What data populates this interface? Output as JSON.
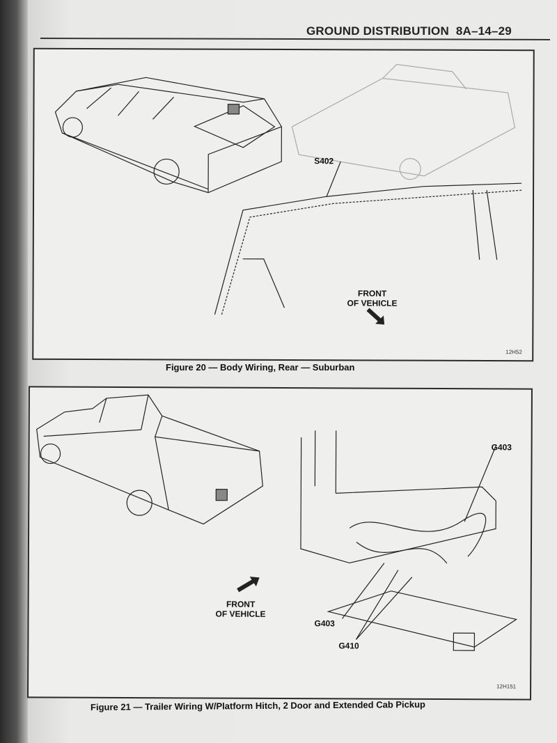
{
  "header": {
    "section_title": "GROUND DISTRIBUTION",
    "page_number": "8A–14–29"
  },
  "figures": [
    {
      "caption": "Figure 20 — Body Wiring, Rear — Suburban",
      "code": "12H52",
      "labels": {
        "splice": "S402",
        "front_line1": "FRONT",
        "front_line2": "OF VEHICLE"
      }
    },
    {
      "caption": "Figure 21 — Trailer Wiring W/Platform Hitch, 2 Door and Extended Cab Pickup",
      "code": "12H151",
      "labels": {
        "ground_top": "G403",
        "front_line1": "FRONT",
        "front_line2": "OF VEHICLE",
        "ground_bottom": "G403",
        "ground_410": "G410"
      }
    }
  ]
}
